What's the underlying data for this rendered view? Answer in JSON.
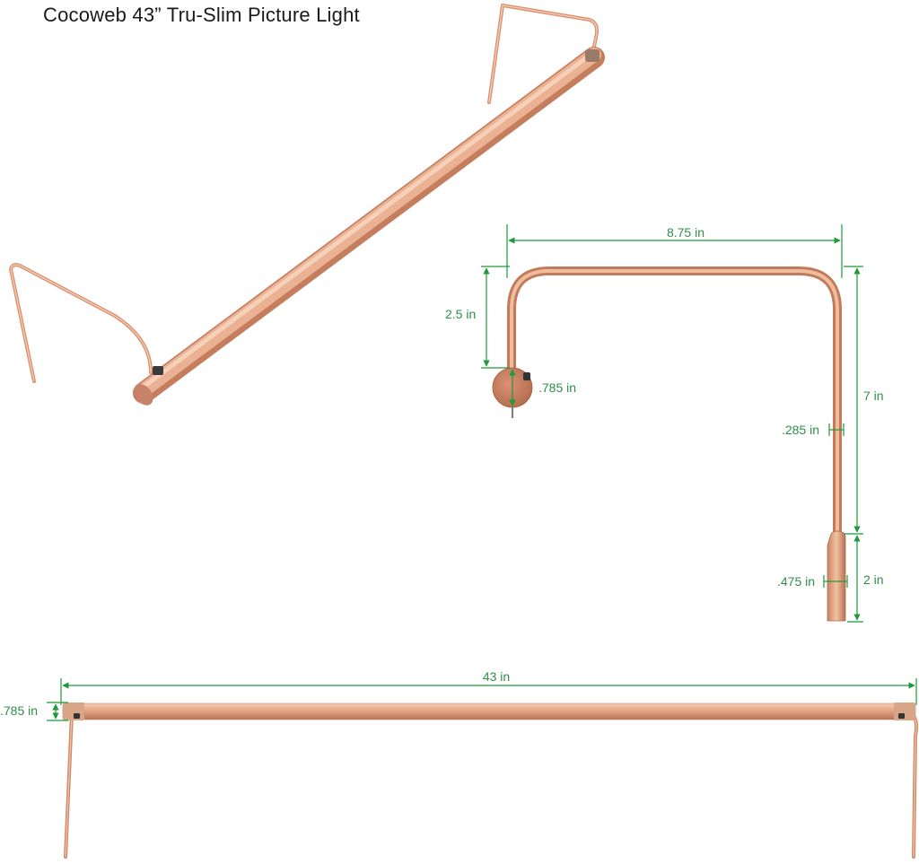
{
  "title": "Cocoweb 43” Tru-Slim Picture Light",
  "colors": {
    "dimension": "#1e9a3a",
    "dimension_text": "#2f8f4a",
    "copper_light": "#f3c3a6",
    "copper_mid": "#d99674",
    "copper_dark": "#b06c4d",
    "pivot": "#3a3a3a"
  },
  "dimensions": {
    "arm_width": "8.75 in",
    "arm_rise": "2.5 in",
    "mount_diameter": ".785 in",
    "arm_drop": "7 in",
    "arm_tube": ".285 in",
    "lamp_end": "2 in",
    "lamp_end_diameter": ".475 in",
    "bar_length": "43 in",
    "bar_diameter": ".785 in"
  }
}
